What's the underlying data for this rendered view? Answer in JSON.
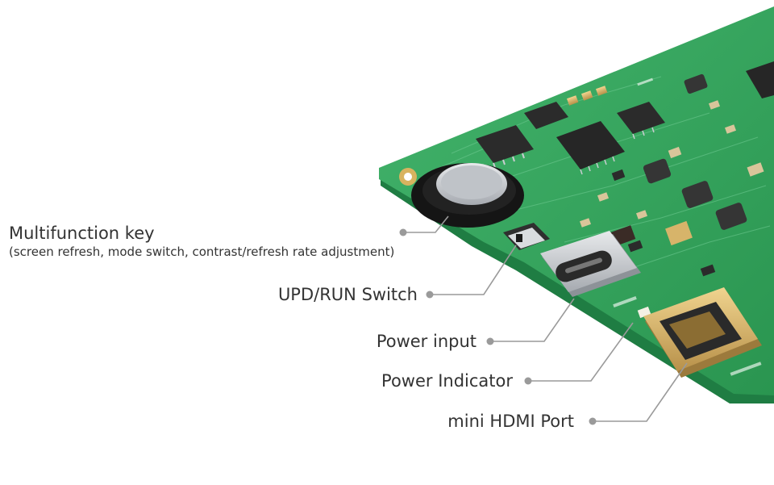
{
  "callouts": {
    "multifunction_key": {
      "title": "Multifunction key",
      "subtitle": "(screen refresh, mode switch, contrast/refresh rate adjustment)"
    },
    "upd_run_switch": {
      "title": "UPD/RUN Switch"
    },
    "power_input": {
      "title": "Power input"
    },
    "power_indicator": {
      "title": "Power Indicator"
    },
    "mini_hdmi_port": {
      "title": "mini HDMI Port"
    }
  },
  "colors": {
    "pcb": "#2fa25a",
    "pcb_edge": "#1f7d43",
    "chip": "#2b2b2b",
    "metal": "#c9ccd0",
    "gold": "#d7b46a",
    "leader": "#9a9a9a",
    "text": "#333333"
  }
}
